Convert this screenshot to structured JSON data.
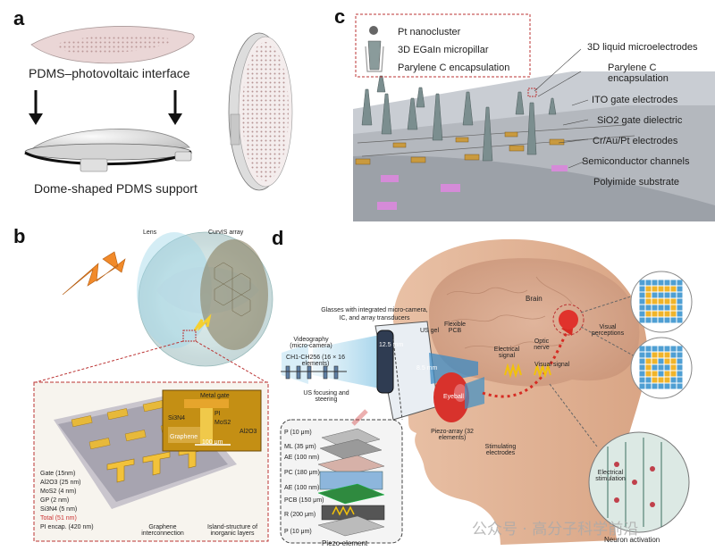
{
  "panel_a": {
    "letter": "a",
    "interface_label": "PDMS–photovoltaic interface",
    "support_label": "Dome-shaped PDMS support"
  },
  "panel_b": {
    "letter": "b",
    "lens_label": "Lens",
    "array_label": "CurvIS array",
    "inset_labels": [
      "Metal gate",
      "Si3N4",
      "PI",
      "MoS2",
      "Graphene",
      "Al2O3",
      "100 μm"
    ],
    "layers": [
      "Gate (15nm)",
      "Al2O3 (25 nm)",
      "MoS2 (4 nm)",
      "GP (2 nm)",
      "Si3N4 (5 nm)",
      "Total (51 nm)",
      "PI encap. (420 nm)"
    ],
    "bottom_labels": [
      "Graphene interconnection",
      "Island-structure of inorganic layers"
    ]
  },
  "panel_c": {
    "letter": "c",
    "legend": [
      "Pt nanocluster",
      "3D EGaIn micropillar",
      "Parylene C encapsulation"
    ],
    "labels": [
      "3D liquid microelectrodes",
      "Parylene C encapsulation",
      "ITO gate electrodes",
      "SiO2 gate dielectric",
      "Cr/Au/Pt electrodes",
      "Semiconductor channels",
      "Polyimide substrate"
    ]
  },
  "panel_d": {
    "letter": "d",
    "glasses_label": "Glasses with integrated micro-camera, IC, and array transducers",
    "videography_label": "Videography (micro-camera)",
    "channels_label": "CH1-CH256 (16 × 16 elements)",
    "us_label": "US focusing and steering",
    "brain_label": "Brain",
    "us_gel_label": "US gel",
    "pcb_label": "Flexible PCB",
    "optic_label": "Optic nerve",
    "electrical_label": "Electrical signal",
    "visual_signal_label": "Visual signal",
    "eyeball_label": "Eyeball",
    "visual_perceptions_label": "Visual perceptions",
    "piezo_array_label": "Piezo-array (32 elements)",
    "stimulating_label": "Stimulating electrodes",
    "electrical_stim_label": "Electrical stimulation",
    "neuron_label": "Neuron activation",
    "piezo_element_label": "Piezo-element",
    "layers": [
      "P (10 μm)",
      "ML (35 μm)",
      "AE (100 nm)",
      "PC (180 μm)",
      "AE (100 nm)",
      "PCB (150 μm)",
      "R (200 μm)",
      "P (10 μm)"
    ],
    "dims": [
      "8.5 mm",
      "12.5 mm"
    ]
  },
  "watermark": "公众号 · 高分子科学前沿"
}
